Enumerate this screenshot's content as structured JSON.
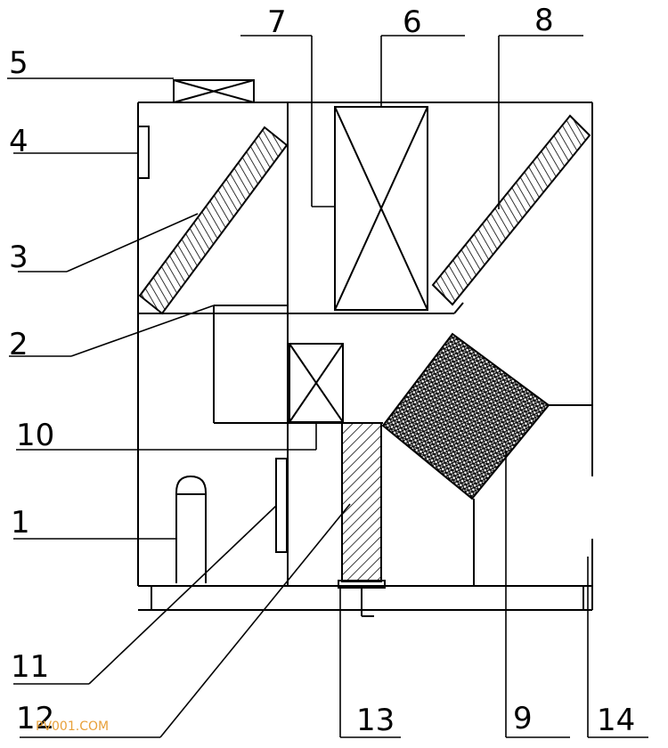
{
  "labels": {
    "l1": "1",
    "l2": "2",
    "l3": "3",
    "l4": "4",
    "l5": "5",
    "l6": "6",
    "l7": "7",
    "l8": "8",
    "l9": "9",
    "l10": "10",
    "l11": "11",
    "l12": "12",
    "l13": "13",
    "l14": "14"
  },
  "watermark": "PV001.COM"
}
